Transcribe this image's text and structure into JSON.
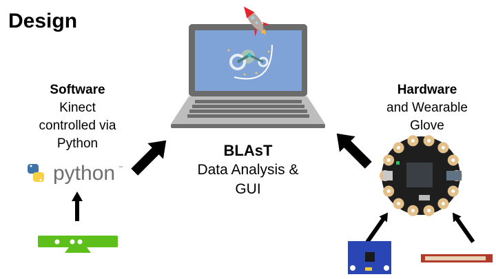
{
  "slide": {
    "title": "Design"
  },
  "software": {
    "heading": "Software",
    "lines": [
      "Kinect",
      "controlled via",
      "Python"
    ],
    "logo_text": "python",
    "trademark": "™"
  },
  "center": {
    "heading": "BLAsT",
    "lines": [
      "Data Analysis &",
      "GUI"
    ]
  },
  "hardware": {
    "heading": "Hardware",
    "lines": [
      "and Wearable",
      "Glove"
    ]
  },
  "icons": {
    "laptop": "laptop-icon",
    "rocket": "rocket-icon",
    "gears": "gears-icon",
    "kinect": "kinect-sensor-icon",
    "python_logo": "python-logo-icon",
    "flora_board": "flora-board-icon",
    "accelerometer": "mpu6050-sensor-icon",
    "flex_sensor": "flex-sensor-icon"
  },
  "colors": {
    "screen": "#7fa3d6",
    "laptop_frame": "#6b6b6b",
    "laptop_base": "#bdbdbd",
    "kinect_green": "#5cbf1a",
    "python_blue": "#3c74a8",
    "python_yellow": "#f7d046",
    "board_black": "#1e1e1e",
    "pad_gold": "#e3c08a",
    "mpu_blue": "#2a46b4"
  }
}
